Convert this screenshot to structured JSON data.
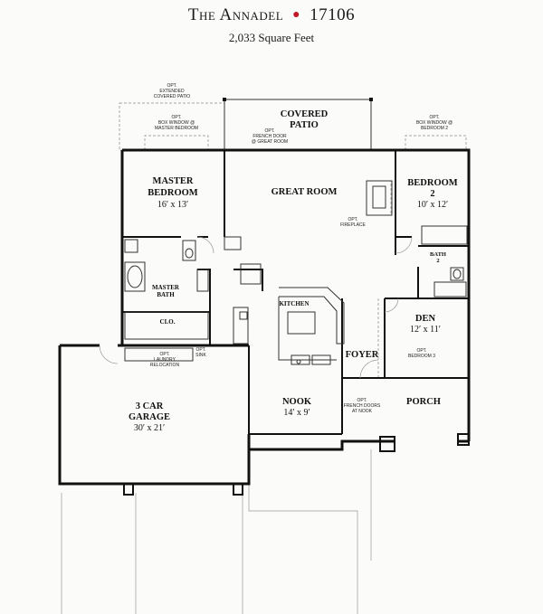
{
  "header": {
    "title_name": "The Annadel",
    "title_plan": "17106",
    "subtitle": "2,033 Square Feet"
  },
  "rooms": {
    "covered_patio": [
      "COVERED",
      "PATIO"
    ],
    "master_bedroom": [
      "MASTER",
      "BEDROOM"
    ],
    "master_bedroom_size": "16′ x 13′",
    "great_room": "GREAT ROOM",
    "bedroom2": [
      "BEDROOM",
      "2"
    ],
    "bedroom2_size": "10′ x 12′",
    "master_bath": [
      "MASTER",
      "BATH"
    ],
    "closet": "CLO.",
    "kitchen": "KITCHEN",
    "bath2": [
      "BATH",
      "2"
    ],
    "den": "DEN",
    "den_size": "12′ x 11′",
    "foyer": "FOYER",
    "garage": [
      "3 CAR",
      "GARAGE"
    ],
    "garage_size": "30′ x 21′",
    "nook": "NOOK",
    "nook_size": "14′ x 9′",
    "porch": "PORCH"
  },
  "notes": {
    "extended_patio": [
      "OPT.",
      "EXTENDED",
      "COVERED PATIO"
    ],
    "box_window_master": [
      "OPT.",
      "BOX WINDOW @",
      "MASTER BEDROOM"
    ],
    "french_door": [
      "OPT.",
      "FRENCH DOOR",
      "@ GREAT ROOM"
    ],
    "box_window_bed2": [
      "OPT.",
      "BOX WINDOW @",
      "BEDROOM 2"
    ],
    "fireplace": [
      "OPT.",
      "FIREPLACE"
    ],
    "laundry": [
      "OPT.",
      "LAUNDRY",
      "RELOCATION"
    ],
    "sink": [
      "OPT.",
      "SINK"
    ],
    "bedroom3": [
      "OPT.",
      "BEDROOM 3"
    ],
    "french_doors_nook": [
      "OPT.",
      "FRENCH DOORS",
      "AT NOOK"
    ]
  }
}
